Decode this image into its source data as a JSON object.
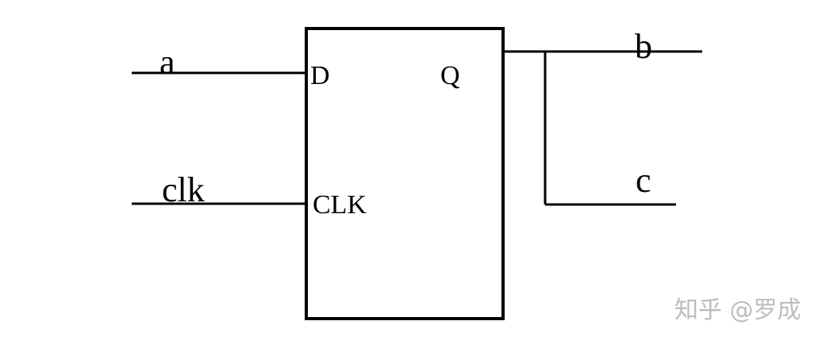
{
  "diagram": {
    "inputs": {
      "a": "a",
      "clk": "clk"
    },
    "block_pins": {
      "d": "D",
      "clk": "CLK",
      "q": "Q"
    },
    "outputs": {
      "b": "b",
      "c": "c"
    }
  },
  "watermark": {
    "text": "知乎 @罗成"
  },
  "colors": {
    "line": "#000000",
    "background": "#ffffff",
    "watermark": "#bdbdbd"
  }
}
